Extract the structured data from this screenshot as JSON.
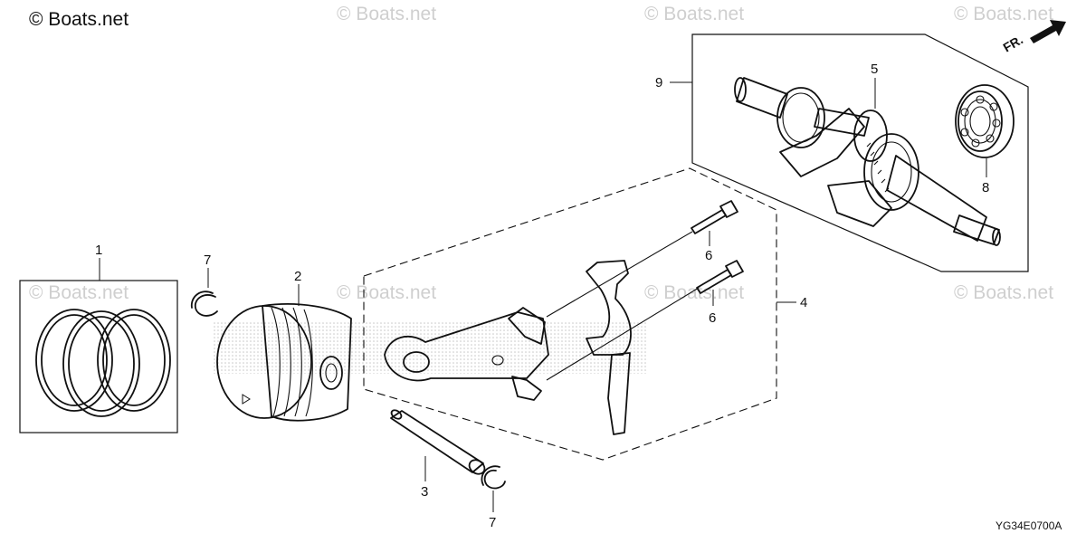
{
  "watermarks": {
    "main": "© Boats.net",
    "faint": "© Boats.net"
  },
  "diagram_code": "YG34E0700A",
  "direction_label": "FR.",
  "callouts": {
    "piston_ring_set": "1",
    "piston": "2",
    "piston_pin": "3",
    "connecting_rod": "4",
    "crankshaft": "5",
    "rod_bolt_upper": "6",
    "rod_bolt_lower": "6",
    "clip_left": "7",
    "clip_right": "7",
    "bearing": "8",
    "crankshaft_assy": "9"
  }
}
